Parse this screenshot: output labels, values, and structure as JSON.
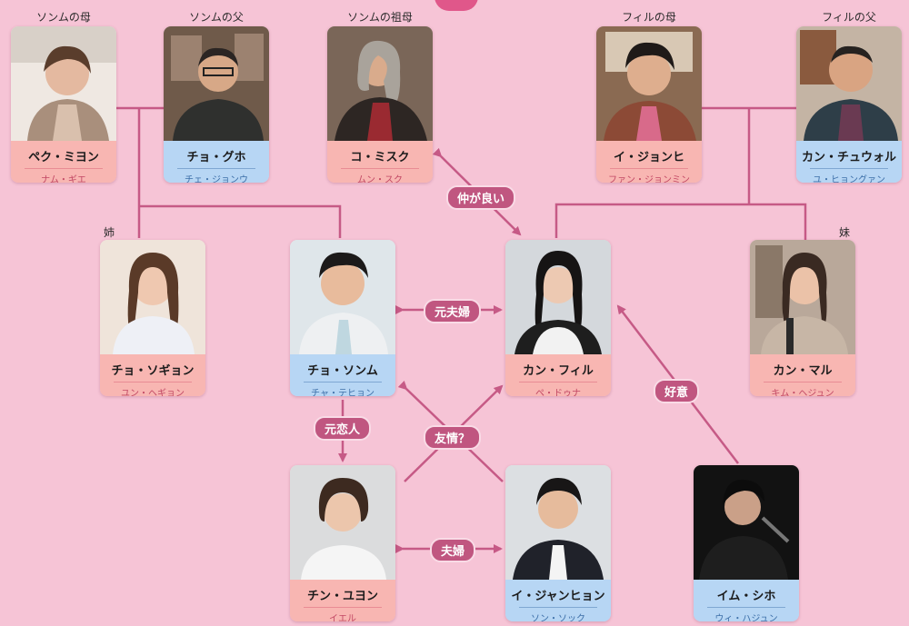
{
  "colors": {
    "background": "#f6c4d6",
    "line": "#c65a86",
    "pill": "#c05680",
    "female_label": "#f8b6b2",
    "male_label": "#b7d6f4"
  },
  "characters": [
    {
      "id": "baek-miyeon",
      "role": "ソンムの母",
      "name": "ペク・ミヨン",
      "actor": "ナム・ギエ",
      "gender": "female"
    },
    {
      "id": "jo-guho",
      "role": "ソンムの父",
      "name": "チョ・グホ",
      "actor": "チェ・ジョンウ",
      "gender": "male"
    },
    {
      "id": "ko-misuk",
      "role": "ソンムの祖母",
      "name": "コ・ミスク",
      "actor": "ムン・スク",
      "gender": "female"
    },
    {
      "id": "lee-jeonghui",
      "role": "フィルの母",
      "name": "イ・ジョンヒ",
      "actor": "ファン・ジョンミン",
      "gender": "female"
    },
    {
      "id": "kang-chuwol",
      "role": "フィルの父",
      "name": "カン・チュウォル",
      "actor": "ユ・ヒョングァン",
      "gender": "male"
    },
    {
      "id": "jo-sogyeong",
      "role": "姉",
      "name": "チョ・ソギョン",
      "actor": "ユン・ヘギョン",
      "gender": "female"
    },
    {
      "id": "jo-sonmu",
      "role": "",
      "name": "チョ・ソンム",
      "actor": "チャ・テヒョン",
      "gender": "male"
    },
    {
      "id": "kang-phil",
      "role": "",
      "name": "カン・フィル",
      "actor": "ペ・ドゥナ",
      "gender": "female"
    },
    {
      "id": "kang-mal",
      "role": "妹",
      "name": "カン・マル",
      "actor": "キム・ヘジュン",
      "gender": "female"
    },
    {
      "id": "jin-yuyeong",
      "role": "",
      "name": "チン・ユヨン",
      "actor": "イエル",
      "gender": "female"
    },
    {
      "id": "lee-janghyeon",
      "role": "",
      "name": "イ・ジャンヒョン",
      "actor": "ソン・ソック",
      "gender": "male"
    },
    {
      "id": "im-shiho",
      "role": "",
      "name": "イム・シホ",
      "actor": "ウィ・ハジュン",
      "gender": "male"
    }
  ],
  "relations": {
    "close": "仲が良い",
    "ex_spouses": "元夫婦",
    "ex_lovers": "元恋人",
    "friendship": "友情？",
    "married": "夫婦",
    "affection": "好意"
  }
}
